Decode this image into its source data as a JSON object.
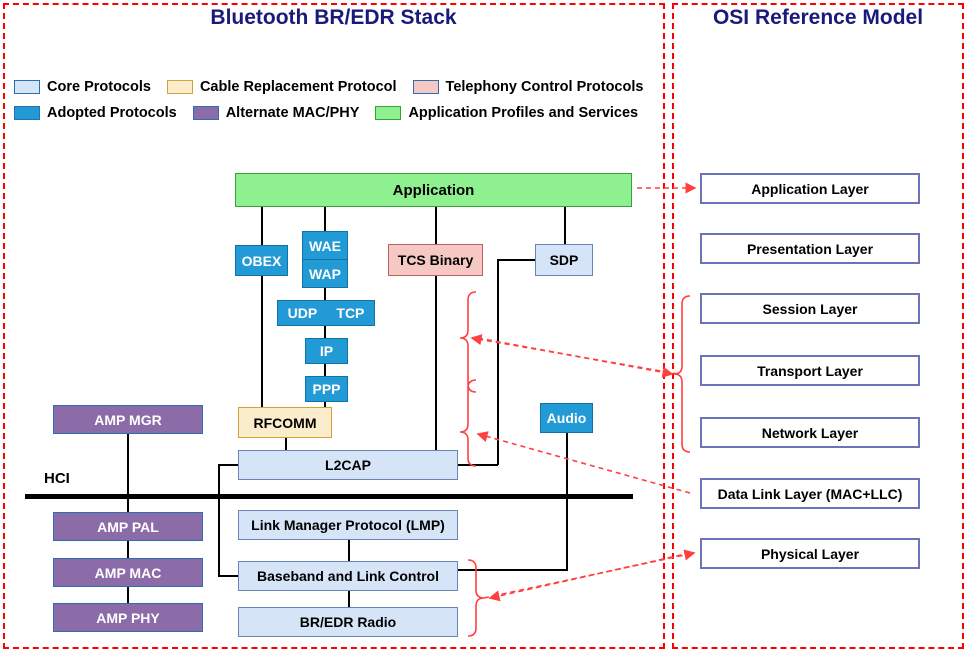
{
  "panels": {
    "left_title": "Bluetooth BR/EDR Stack",
    "right_title": "OSI Reference Model"
  },
  "legend": {
    "rows": [
      [
        {
          "label": "Core Protocols",
          "color": "#d6e4f7"
        },
        {
          "label": "Cable Replacement Protocol",
          "color": "#fbeccb"
        },
        {
          "label": "Telephony Control Protocols",
          "color": "#f5c8c4"
        }
      ],
      [
        {
          "label": "Adopted Protocols",
          "color": "#229ad6"
        },
        {
          "label": "Alternate MAC/PHY",
          "color": "#8c6ca8"
        },
        {
          "label": "Application Profiles and Services",
          "color": "#8ef08e"
        }
      ]
    ]
  },
  "stack": {
    "application": "Application",
    "obex": "OBEX",
    "wae": "WAE",
    "wap": "WAP",
    "udp": "UDP",
    "tcp": "TCP",
    "ip": "IP",
    "ppp": "PPP",
    "tcs_binary": "TCS Binary",
    "sdp": "SDP",
    "rfcomm": "RFCOMM",
    "audio": "Audio",
    "l2cap": "L2CAP",
    "lmp": "Link Manager Protocol (LMP)",
    "baseband": "Baseband and Link Control",
    "radio": "BR/EDR Radio",
    "hci": "HCI",
    "amp_mgr": "AMP MGR",
    "amp_pal": "AMP PAL",
    "amp_mac": "AMP MAC",
    "amp_phy": "AMP PHY"
  },
  "osi": {
    "layers": [
      "Application Layer",
      "Presentation Layer",
      "Session Layer",
      "Transport Layer",
      "Network Layer",
      "Data Link Layer (MAC+LLC)",
      "Physical Layer"
    ]
  },
  "colors": {
    "panel_border": "#ff0000",
    "title": "#1a1a7a",
    "core": "#d6e4f7",
    "cable": "#fbeccb",
    "telephony": "#f5c8c4",
    "adopted": "#229ad6",
    "alt_mac_phy": "#8c6ca8",
    "app_services": "#8ef08e",
    "osi_border": "#6b74b8",
    "connector": "#000000",
    "mapping_arrow": "#ff4040"
  }
}
